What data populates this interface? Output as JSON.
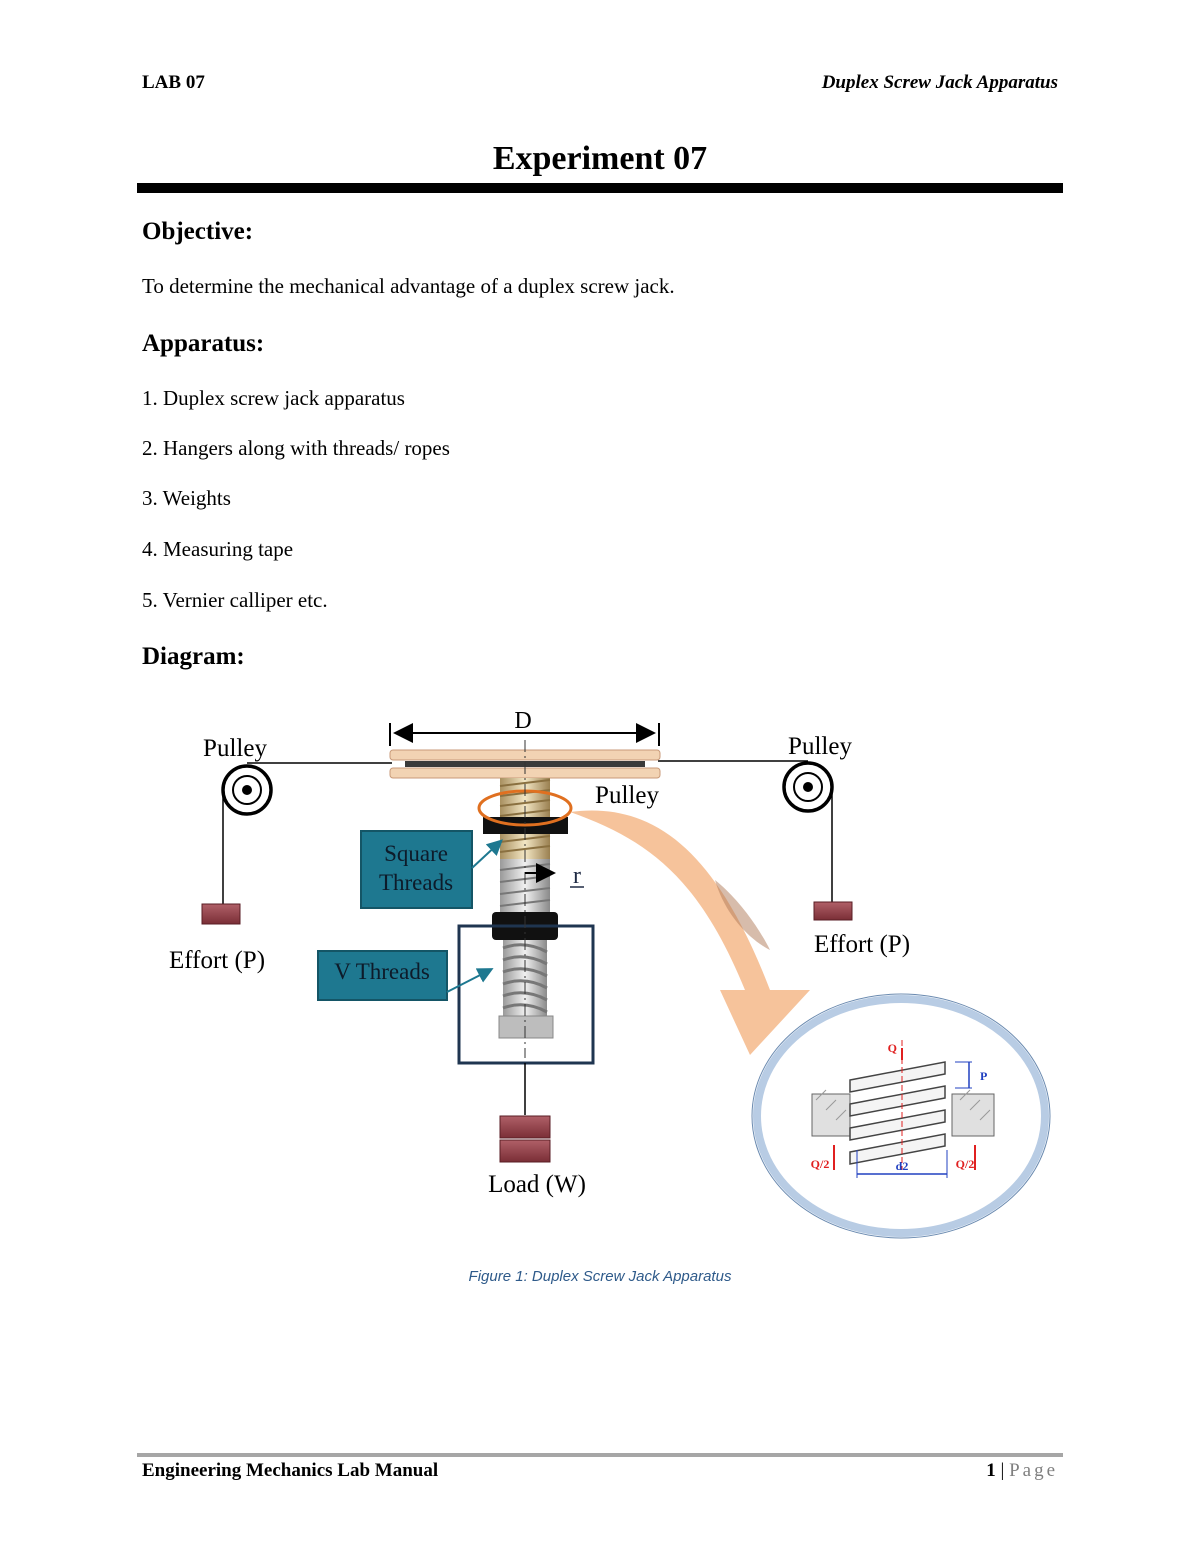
{
  "header": {
    "left": "LAB 07",
    "right": "Duplex Screw Jack Apparatus"
  },
  "title": "Experiment 07",
  "objective": {
    "heading": "Objective:",
    "text": "To determine the mechanical advantage of a duplex screw jack."
  },
  "apparatus": {
    "heading": "Apparatus:",
    "items": [
      "1. Duplex screw jack apparatus",
      "2. Hangers along with threads/ ropes",
      "3. Weights",
      "4. Measuring tape",
      "5. Vernier calliper etc."
    ]
  },
  "diagram": {
    "heading": "Diagram:",
    "labels": {
      "d": "D",
      "pulley_left": "Pulley",
      "pulley_right": "Pulley",
      "pulley_center": "Pulley",
      "square_threads_1": "Square",
      "square_threads_2": "Threads",
      "r": "r",
      "v_threads": "V Threads",
      "effort_left": "Effort (P)",
      "effort_right": "Effort (P)",
      "load": "Load (W)",
      "detail_q": "Q",
      "detail_p": "P",
      "detail_q2_left": "Q/2",
      "detail_q2_right": "Q/2",
      "detail_d2": "d2"
    },
    "colors": {
      "label_box": "#1e7890",
      "weight": "#8a3a40",
      "arrow": "#f5b98a",
      "detail_ring": "#b8cce4",
      "dimension_red": "#e02020",
      "dimension_blue": "#2040c0"
    }
  },
  "caption": "Figure 1: Duplex Screw Jack Apparatus",
  "footer": {
    "left": "Engineering Mechanics Lab Manual",
    "page_number": "1",
    "separator": "|",
    "page_label": "Page"
  }
}
